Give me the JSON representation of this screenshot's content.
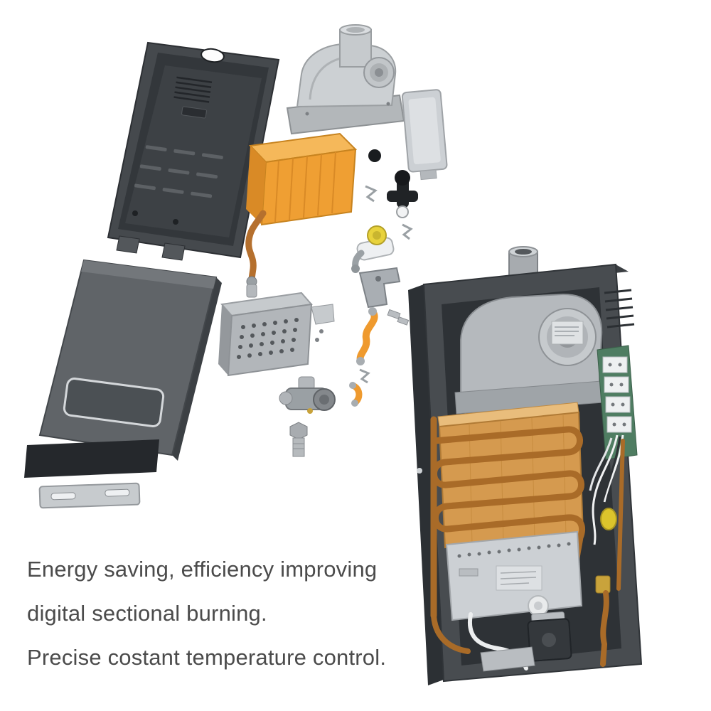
{
  "caption": {
    "line1": "Energy saving, efficiency improving",
    "line2": "digital sectional burning.",
    "line3": "Precise costant temperature control."
  },
  "palette": {
    "background": "#ffffff",
    "dark_panel": "#45494d",
    "case_frame": "#484c50",
    "cavity": "#2e3236",
    "light_gray": "#ccd0d3",
    "mid_gray": "#9aa0a4",
    "heat_exchanger_orange": "#ef9f33",
    "copper_pipe": "#a96b28",
    "assembled_copper": "#d59a4f",
    "valve_yellow": "#e8d23c",
    "capacitor_yellow": "#dcc42c",
    "pcb_green": "#4f7d62",
    "text": "#4b4b4b"
  }
}
